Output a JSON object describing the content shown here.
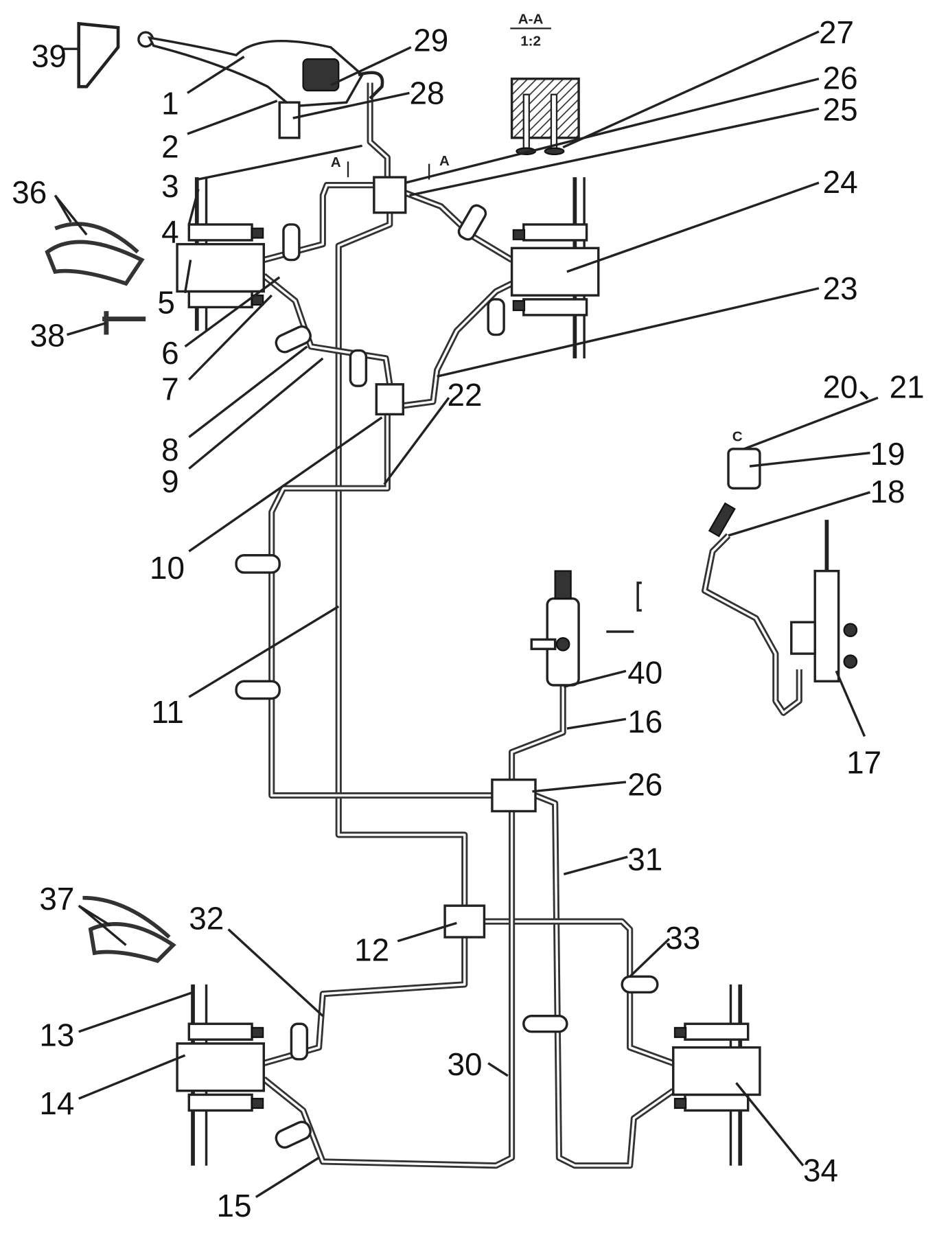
{
  "labels": [
    "39",
    "1",
    "29",
    "28",
    "2",
    "27",
    "26",
    "25",
    "3",
    "4",
    "36",
    "24",
    "5",
    "23",
    "38",
    "6",
    "7",
    "8",
    "9",
    "22",
    "20、21",
    "19",
    "18",
    "10",
    "40",
    "11",
    "16",
    "17",
    "26",
    "31",
    "37",
    "32",
    "12",
    "33",
    "13",
    "30",
    "14",
    "34",
    "15"
  ],
  "section_marks": {
    "section_title": "A-A",
    "scale": "1:2",
    "cut_mark_left": "A",
    "cut_mark_right": "A",
    "view_mark": "C"
  }
}
